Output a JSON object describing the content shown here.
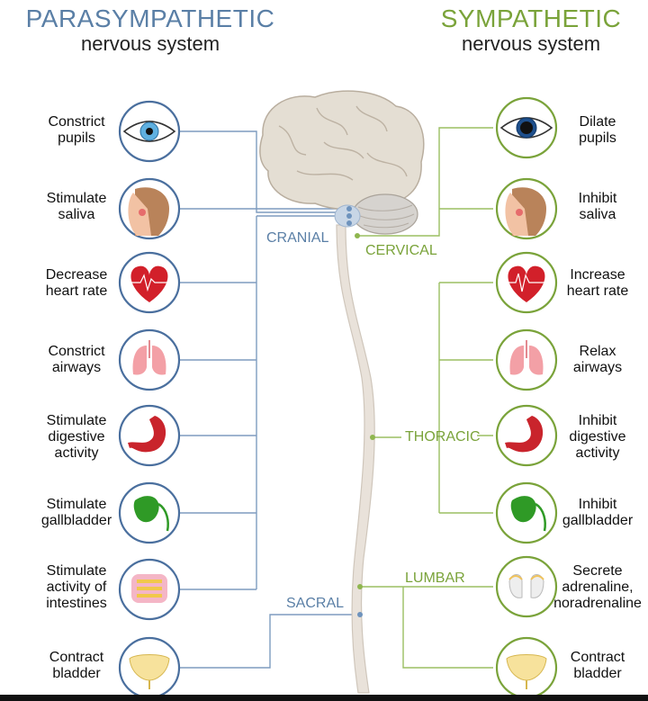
{
  "titles": {
    "left_main": "PARASYMPATHETIC",
    "left_sub": "nervous system",
    "right_main": "SYMPATHETIC",
    "right_sub": "nervous system"
  },
  "segments": {
    "cranial": "CRANIAL",
    "cervical": "CERVICAL",
    "thoracic": "THORACIC",
    "lumbar": "LUMBAR",
    "sacral": "SACRAL"
  },
  "parasympathetic": [
    {
      "organ": "eye",
      "lines": [
        "Constrict",
        "pupils"
      ]
    },
    {
      "organ": "salivary-glands",
      "lines": [
        "Stimulate",
        "saliva"
      ]
    },
    {
      "organ": "heart",
      "lines": [
        "Decrease",
        "heart rate"
      ]
    },
    {
      "organ": "lungs",
      "lines": [
        "Constrict",
        "airways"
      ]
    },
    {
      "organ": "stomach",
      "lines": [
        "Stimulate",
        "digestive",
        "activity"
      ]
    },
    {
      "organ": "gallbladder",
      "lines": [
        "Stimulate",
        "gallbladder"
      ]
    },
    {
      "organ": "intestines",
      "lines": [
        "Stimulate",
        "activity of",
        "intestines"
      ]
    },
    {
      "organ": "bladder",
      "lines": [
        "Contract",
        "bladder"
      ]
    }
  ],
  "sympathetic": [
    {
      "organ": "eye",
      "lines": [
        "Dilate",
        "pupils"
      ]
    },
    {
      "organ": "salivary-glands",
      "lines": [
        "Inhibit",
        "saliva"
      ]
    },
    {
      "organ": "heart",
      "lines": [
        "Increase",
        "heart rate"
      ]
    },
    {
      "organ": "lungs",
      "lines": [
        "Relax",
        "airways"
      ]
    },
    {
      "organ": "stomach",
      "lines": [
        "Inhibit",
        "digestive",
        "activity"
      ]
    },
    {
      "organ": "gallbladder",
      "lines": [
        "Inhibit",
        "gallbladder"
      ]
    },
    {
      "organ": "adrenal-glands",
      "lines": [
        "Secrete",
        "adrenaline,",
        "noradrenaline"
      ]
    },
    {
      "organ": "bladder",
      "lines": [
        "Contract",
        "bladder"
      ]
    }
  ],
  "colors": {
    "parasympathetic": "#5a7fa6",
    "sympathetic": "#7aa33a",
    "circle_left": "#4a6f9e",
    "circle_right": "#7aa33a"
  }
}
